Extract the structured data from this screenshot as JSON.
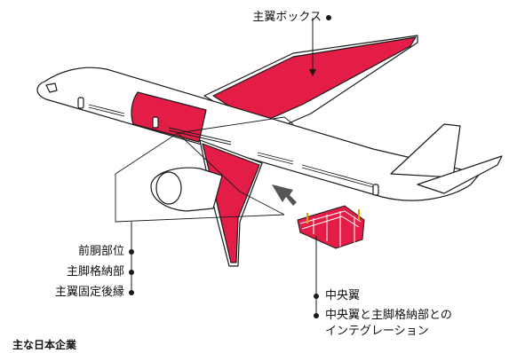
{
  "labels": {
    "wingbox": "主翼ボックス",
    "forward_fuselage": "前胴部位",
    "main_gear_bay": "主脚格納部",
    "wing_trailing_edge": "主翼固定後縁",
    "center_wing": "中央翼",
    "integration_line1": "中央翼と主脚格納部との",
    "integration_line2": "インテグレーション"
  },
  "footer_cut_text": "主な日本企業",
  "colors": {
    "highlight_red": "#e41d46",
    "outline": "#1a1a1a",
    "arrow_gray": "#555555",
    "background": "#ffffff"
  }
}
